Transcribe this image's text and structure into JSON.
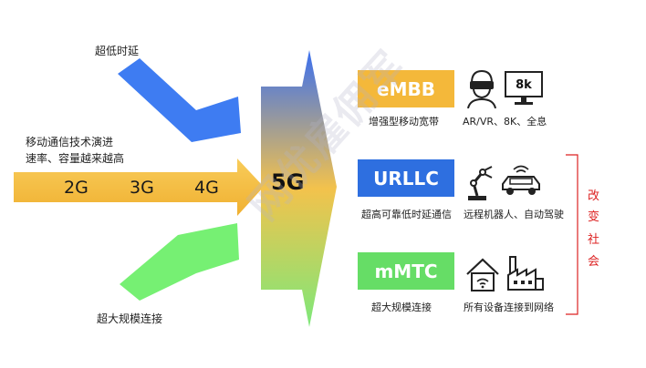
{
  "labels": {
    "ultra_low_latency": "超低时延",
    "evolution_line1": "移动通信技术演进",
    "evolution_line2": "速率、容量越来越高",
    "massive_connection": "超大规模连接"
  },
  "generations": [
    "2G",
    "3G",
    "4G"
  ],
  "center_label": "5G",
  "scenarios": [
    {
      "badge": "eMBB",
      "desc": "增强型移动宽带",
      "apps": "AR/VR、8K、全息",
      "color": "#f4b83a"
    },
    {
      "badge": "URLLC",
      "desc": "超高可靠低时延通信",
      "apps": "远程机器人、自动驾驶",
      "color": "#2e6fe0"
    },
    {
      "badge": "mMTC",
      "desc": "超大规模连接",
      "apps": "所有设备连接到网络",
      "color": "#66dd66"
    }
  ],
  "icon_text": {
    "screen": "8k"
  },
  "side_label": [
    "改",
    "变",
    "社",
    "会"
  ],
  "watermark": "网优雇佣军",
  "colors": {
    "orange": "#f5c24a",
    "blue": "#3d7ef0",
    "green": "#7cf07c",
    "red_bracket": "#d22"
  }
}
